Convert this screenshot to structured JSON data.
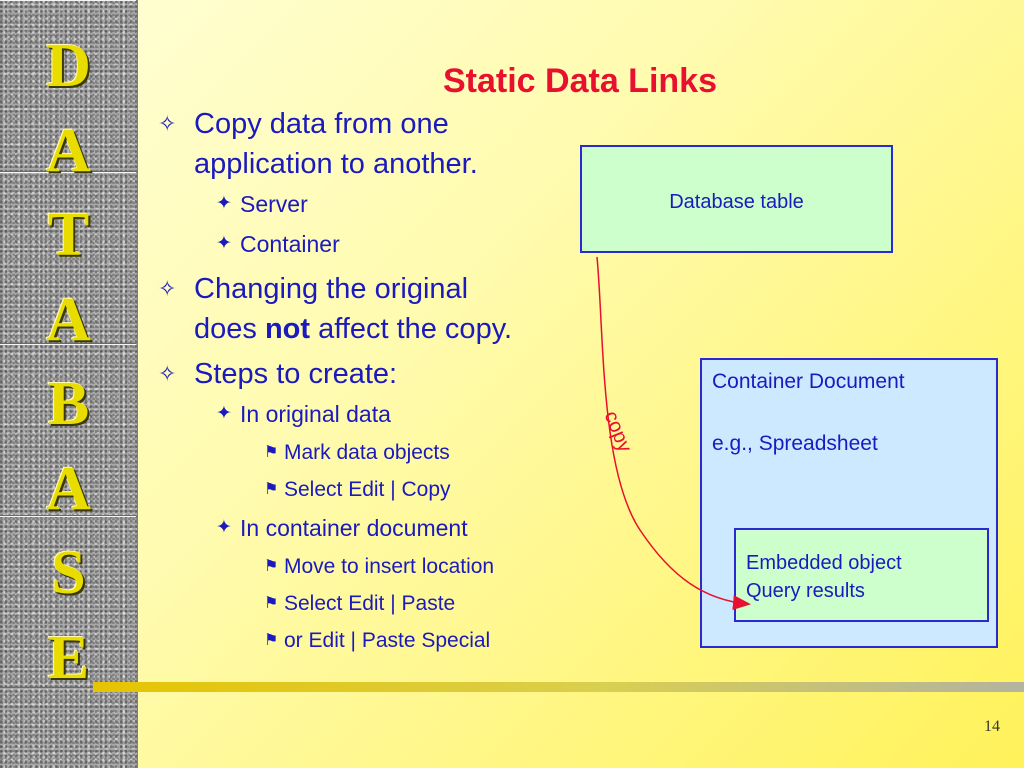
{
  "strip": {
    "letters": [
      "D",
      "A",
      "T",
      "A",
      "B",
      "A",
      "S",
      "E"
    ]
  },
  "slide": {
    "title": "Static Data Links",
    "bullets": {
      "b1_line1": "Copy data from one",
      "b1_line2": "application to another.",
      "b1_sub1": "Server",
      "b1_sub2": "Container",
      "b2_line1": "Changing the original",
      "b2_line2_pre": "does ",
      "b2_line2_bold": "not",
      "b2_line2_post": " affect the copy.",
      "b3_line1": "Steps to create:",
      "b3_sub1": "In original data",
      "b3_sub1_items": [
        "Mark data objects",
        "Select Edit | Copy"
      ],
      "b3_sub2": "In container document",
      "b3_sub2_items": [
        "Move to insert location",
        "Select Edit | Paste",
        "or Edit | Paste Special"
      ]
    },
    "diagram": {
      "database_label": "Database table",
      "container_line1": "Container Document",
      "container_line2": "e.g., Spreadsheet",
      "embedded_line1": "Embedded object",
      "embedded_line2": "Query results",
      "arrow_label": "copy"
    },
    "page_number": "14"
  },
  "colors": {
    "title": "#e8102e",
    "text": "#1a1abe",
    "letters": "#e8dc00"
  }
}
